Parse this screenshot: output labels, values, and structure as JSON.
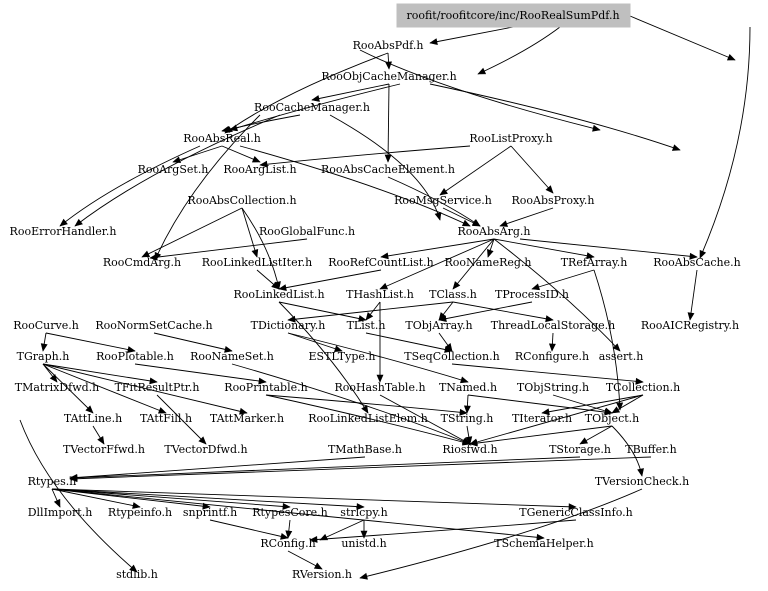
{
  "graph": {
    "title": "roofit/roofitcore/inc/RooRealSumPdf.h",
    "nodes": [
      "roofit/roofitcore/inc/RooRealSumPdf.h",
      "RooAbsPdf.h",
      "RooObjCacheManager.h",
      "RooCacheManager.h",
      "RooAbsReal.h",
      "RooListProxy.h",
      "RooArgSet.h",
      "RooArgList.h",
      "RooAbsCacheElement.h",
      "RooAbsCollection.h",
      "RooMsgService.h",
      "RooAbsProxy.h",
      "RooErrorHandler.h",
      "RooGlobalFunc.h",
      "RooAbsArg.h",
      "RooCmdArg.h",
      "RooLinkedListIter.h",
      "RooRefCountList.h",
      "RooNameReg.h",
      "TRefArray.h",
      "RooAbsCache.h",
      "RooLinkedList.h",
      "THashList.h",
      "TClass.h",
      "TProcessID.h",
      "RooCurve.h",
      "RooNormSetCache.h",
      "TDictionary.h",
      "TList.h",
      "TObjArray.h",
      "ThreadLocalStorage.h",
      "RooAICRegistry.h",
      "TGraph.h",
      "RooPlotable.h",
      "RooNameSet.h",
      "ESTLType.h",
      "TSeqCollection.h",
      "RConfigure.h",
      "assert.h",
      "TMatrixDfwd.h",
      "TFitResultPtr.h",
      "RooPrintable.h",
      "RooHashTable.h",
      "TNamed.h",
      "TObjString.h",
      "TCollection.h",
      "TAttLine.h",
      "TAttFill.h",
      "TAttMarker.h",
      "RooLinkedListElem.h",
      "TString.h",
      "TIterator.h",
      "TObject.h",
      "TVectorFfwd.h",
      "TVectorDfwd.h",
      "TMathBase.h",
      "Riosfwd.h",
      "TStorage.h",
      "TBuffer.h",
      "Rtypes.h",
      "TVersionCheck.h",
      "DllImport.h",
      "Rtypeinfo.h",
      "snprintf.h",
      "RtypesCore.h",
      "strlcpy.h",
      "TGenericClassInfo.h",
      "RConfig.h",
      "unistd.h",
      "TSchemaHelper.h",
      "stdlib.h",
      "RVersion.h"
    ]
  }
}
